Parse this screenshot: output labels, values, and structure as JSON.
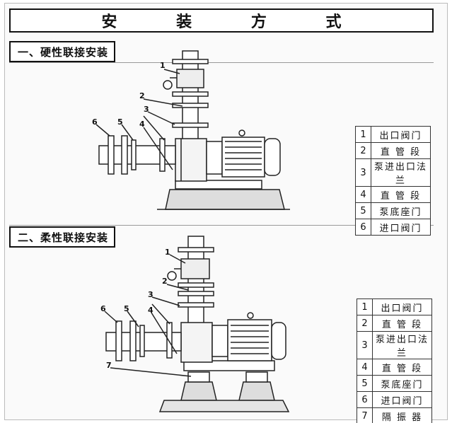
{
  "title": "安 装 方 式",
  "section1": {
    "heading": "一、硬性联接安装",
    "callouts": [
      "1",
      "2",
      "3",
      "4",
      "5",
      "6"
    ],
    "legend": [
      {
        "num": "1",
        "name": "出口阀门"
      },
      {
        "num": "2",
        "name": "直 管 段"
      },
      {
        "num": "3",
        "name": "泵进出口法兰"
      },
      {
        "num": "4",
        "name": "直 管 段"
      },
      {
        "num": "5",
        "name": "泵底座门"
      },
      {
        "num": "6",
        "name": "进口阀门"
      }
    ]
  },
  "section2": {
    "heading": "二、柔性联接安装",
    "callouts": [
      "1",
      "2",
      "3",
      "4",
      "5",
      "6",
      "7"
    ],
    "legend": [
      {
        "num": "1",
        "name": "出口阀门"
      },
      {
        "num": "2",
        "name": "直 管 段"
      },
      {
        "num": "3",
        "name": "泵进出口法兰"
      },
      {
        "num": "4",
        "name": "直 管 段"
      },
      {
        "num": "5",
        "name": "泵底座门"
      },
      {
        "num": "6",
        "name": "进口阀门"
      },
      {
        "num": "7",
        "name": "隔 振 器"
      }
    ]
  }
}
